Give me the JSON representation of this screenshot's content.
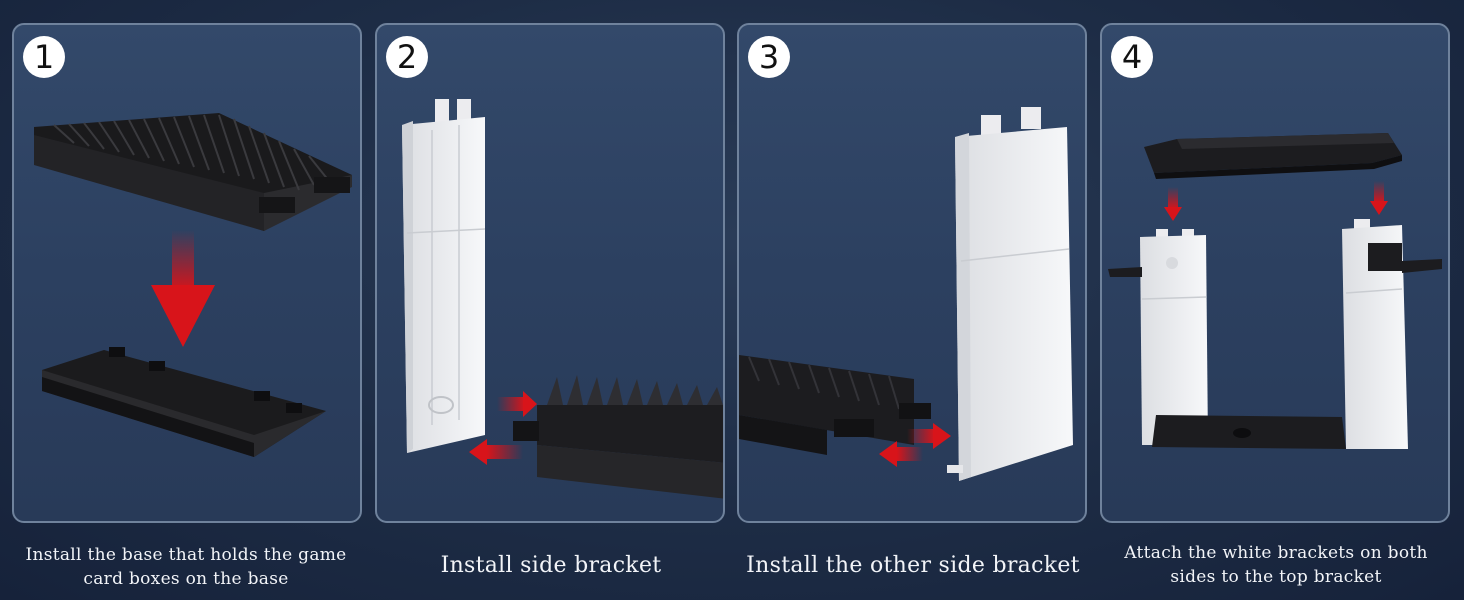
{
  "steps": [
    {
      "number": "1",
      "caption": "Install the base that holds the game card boxes on the base"
    },
    {
      "number": "2",
      "caption": "Install side bracket"
    },
    {
      "number": "3",
      "caption": "Install the other side bracket"
    },
    {
      "number": "4",
      "caption": "Attach the white brackets on both sides to the top bracket"
    }
  ],
  "colors": {
    "background": "#1d2c45",
    "panel": "#2c4060",
    "panel_border": "#6f829c",
    "arrow_red": "#d8141a",
    "plastic_black": "#1c1c1e",
    "plastic_white": "#f2f3f5"
  }
}
